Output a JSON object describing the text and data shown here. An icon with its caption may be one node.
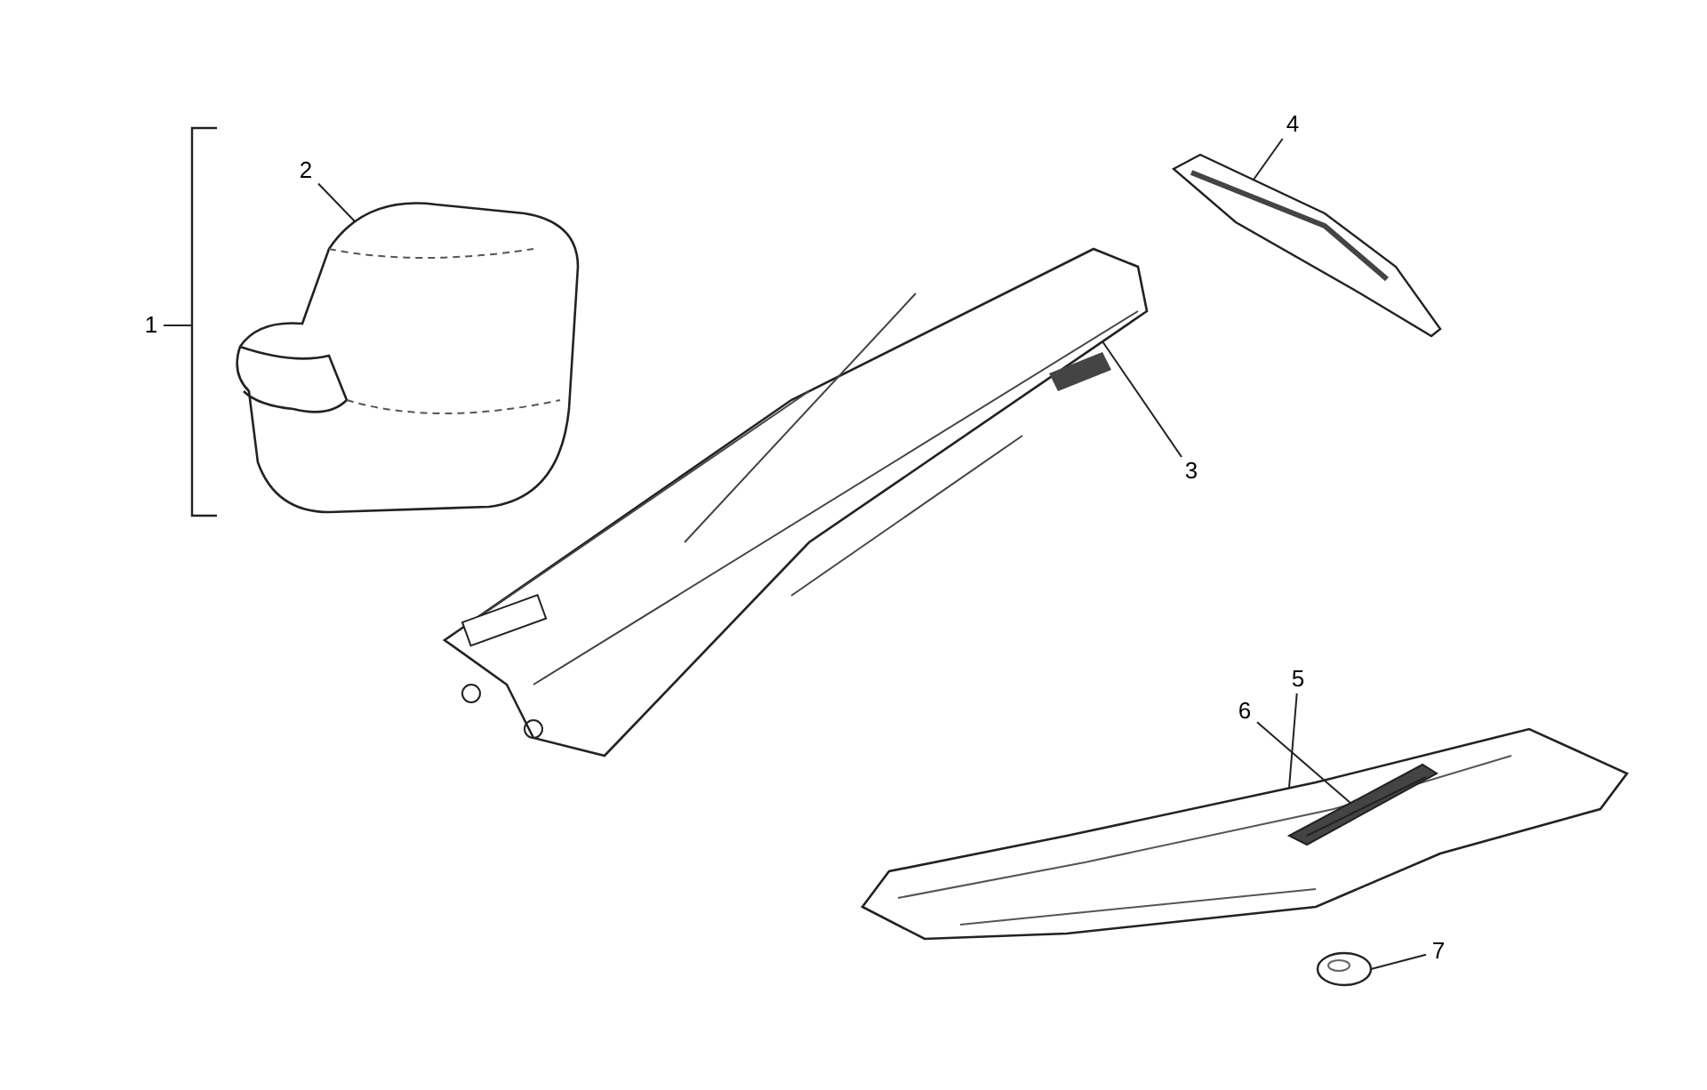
{
  "diagram": {
    "nodes": [
      {
        "text": [
          "1"
        ]
      },
      {
        "text": [
          "2"
        ]
      },
      {
        "text": [
          "3"
        ]
      },
      {
        "text": [
          "4"
        ]
      },
      {
        "text": [
          "5"
        ]
      },
      {
        "text": [
          "6"
        ]
      },
      {
        "text": [
          "7"
        ]
      },
      {
        "text": [],
        "shape": "picture"
      },
      {
        "text": [],
        "shape": "picture"
      },
      {
        "text": [],
        "shape": "picture"
      },
      {
        "text": [],
        "shape": "picture"
      },
      {
        "text": [],
        "shape": "picture",
        "in": 10
      },
      {
        "text": [],
        "shape": "circle"
      },
      {
        "text": [],
        "shape": "bracket"
      }
    ],
    "edges": [
      {
        "from": 0,
        "to": 13,
        "arrow": "none"
      },
      {
        "from": 1,
        "to": 7,
        "arrow": "none"
      },
      {
        "from": 2,
        "to": 8,
        "arrow": "none"
      },
      {
        "from": 3,
        "to": 9,
        "arrow": "none"
      },
      {
        "from": 4,
        "to": 10,
        "arrow": "none"
      },
      {
        "from": 5,
        "to": 11,
        "arrow": "none"
      },
      {
        "from": 6,
        "to": 12,
        "arrow": "none"
      }
    ]
  }
}
